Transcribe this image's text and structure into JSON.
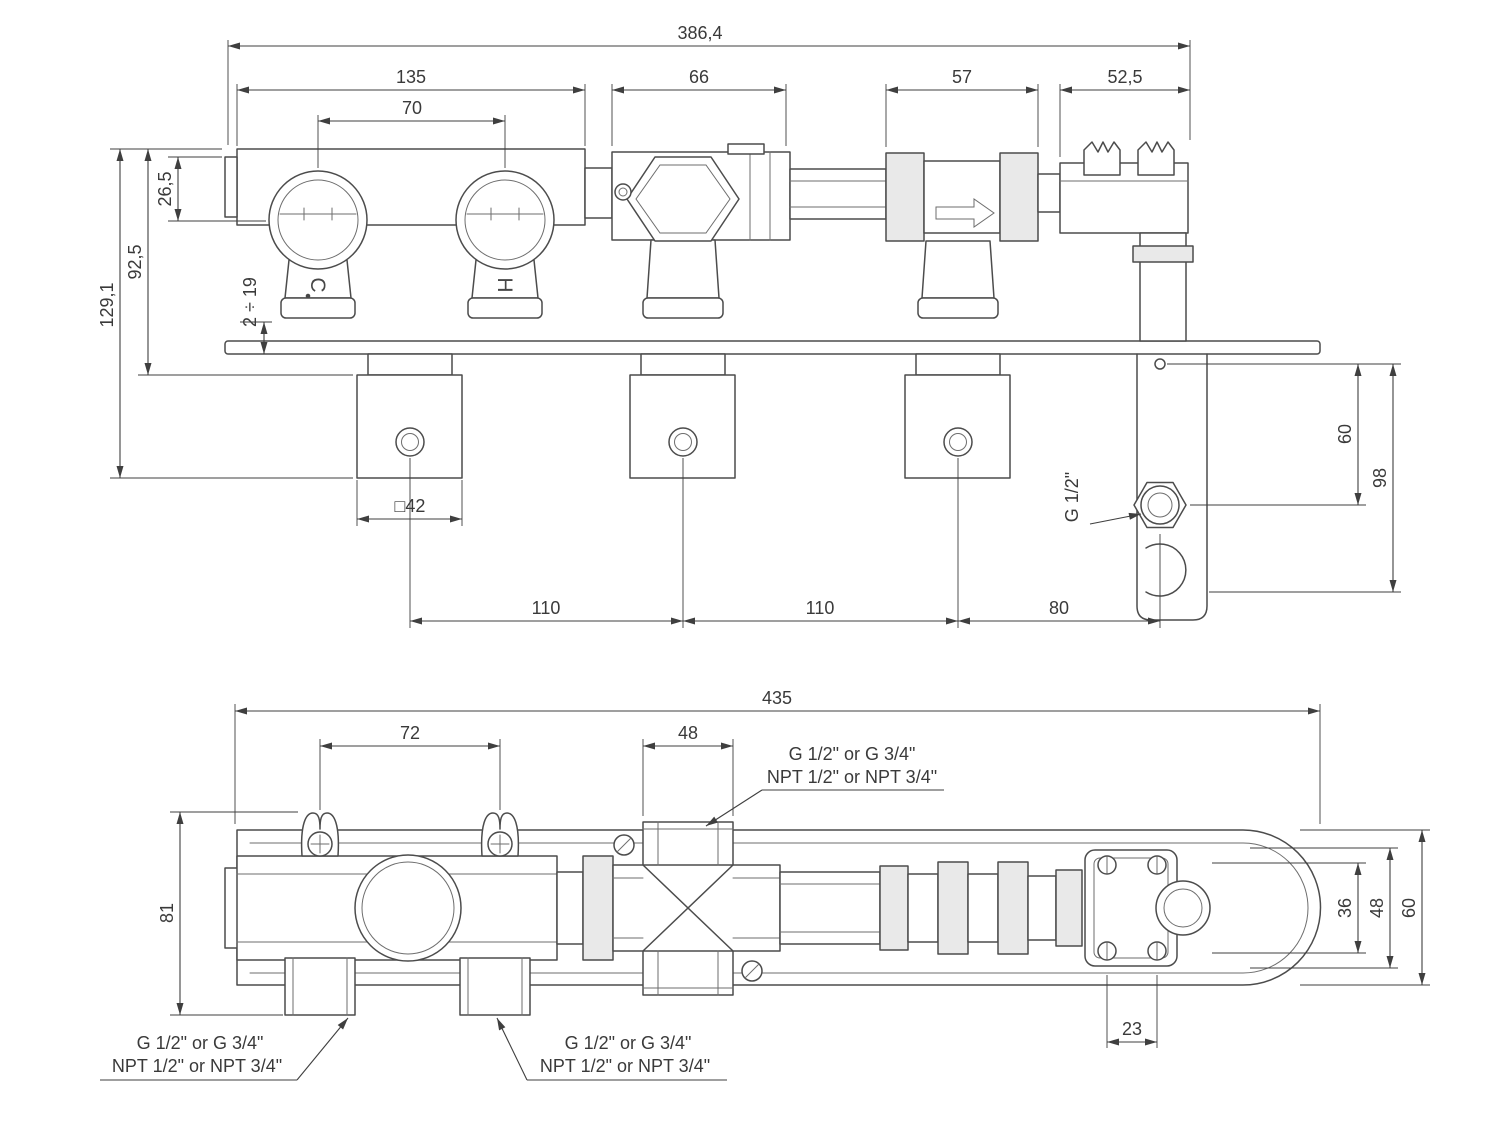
{
  "colors": {
    "background": "#ffffff",
    "line": "#4c4c4c",
    "dimension": "#3f3f3f",
    "text": "#3a3a3a",
    "shade": "#e9e9e9"
  },
  "top_view": {
    "dims": {
      "overall": "386,4",
      "left_block": "135",
      "handle_spacing": "70",
      "cartridge": "66",
      "check_valve": "57",
      "elbow": "52,5",
      "handle_axis": "26,5",
      "depth_mid": "92,5",
      "depth_total": "129,1",
      "wall_range": "2 ÷ 19",
      "box": "□42",
      "pitch_1": "110",
      "pitch_2": "110",
      "pitch_3": "80",
      "outlet_drop": "60",
      "holder_drop": "98",
      "outlet_thread": "G 1/2\""
    },
    "symbols": {
      "cold": "C",
      "hot": "H"
    }
  },
  "bottom_view": {
    "dims": {
      "overall": "435",
      "screw_pitch": "72",
      "port_width": "48",
      "body_height": "81",
      "right_inner": "36",
      "right_mid": "48",
      "right_outer": "60",
      "bracket_pitch": "23"
    },
    "labels": {
      "thread_g": "G 1/2\" or G 3/4\"",
      "thread_npt": "NPT 1/2\" or NPT 3/4\""
    }
  }
}
